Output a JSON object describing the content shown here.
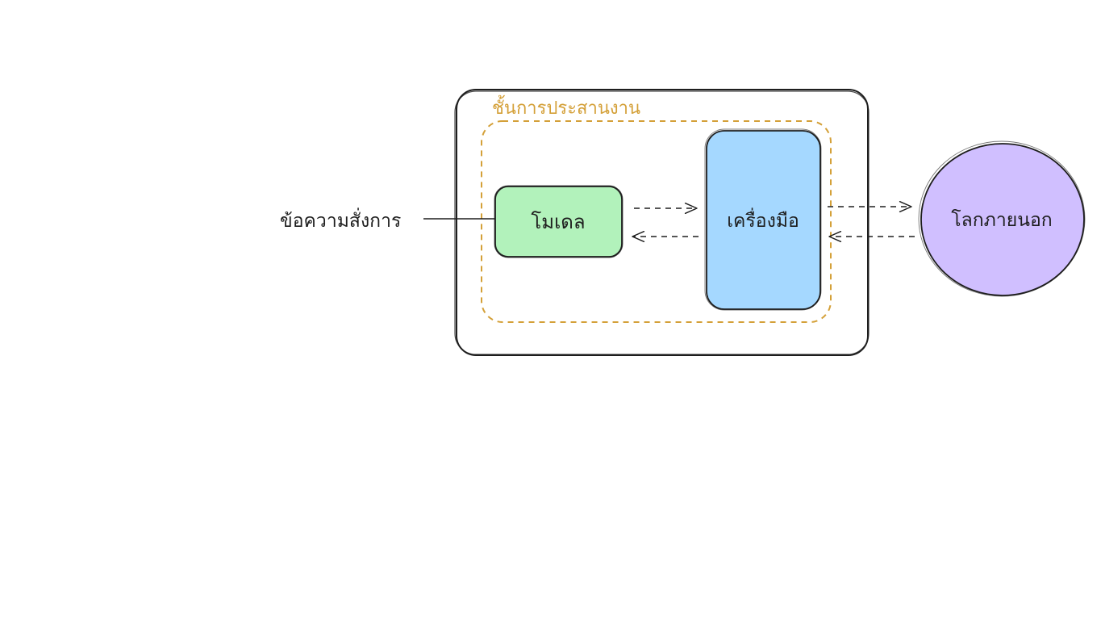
{
  "diagram": {
    "input_label": "ข้อความสั่งการ",
    "orchestration_layer_label": "ชั้นการประสานงาน",
    "model_label": "โมเดล",
    "tools_label": "เครื่องมือ",
    "outside_world_label": "โลกภายนอก"
  },
  "colors": {
    "stroke": "#1e1e1e",
    "orchestration_dash": "#d4a038",
    "model_fill": "#b2f2bb",
    "tools_fill": "#a5d8ff",
    "outside_world_fill": "#d0bfff",
    "background": "#ffffff"
  }
}
